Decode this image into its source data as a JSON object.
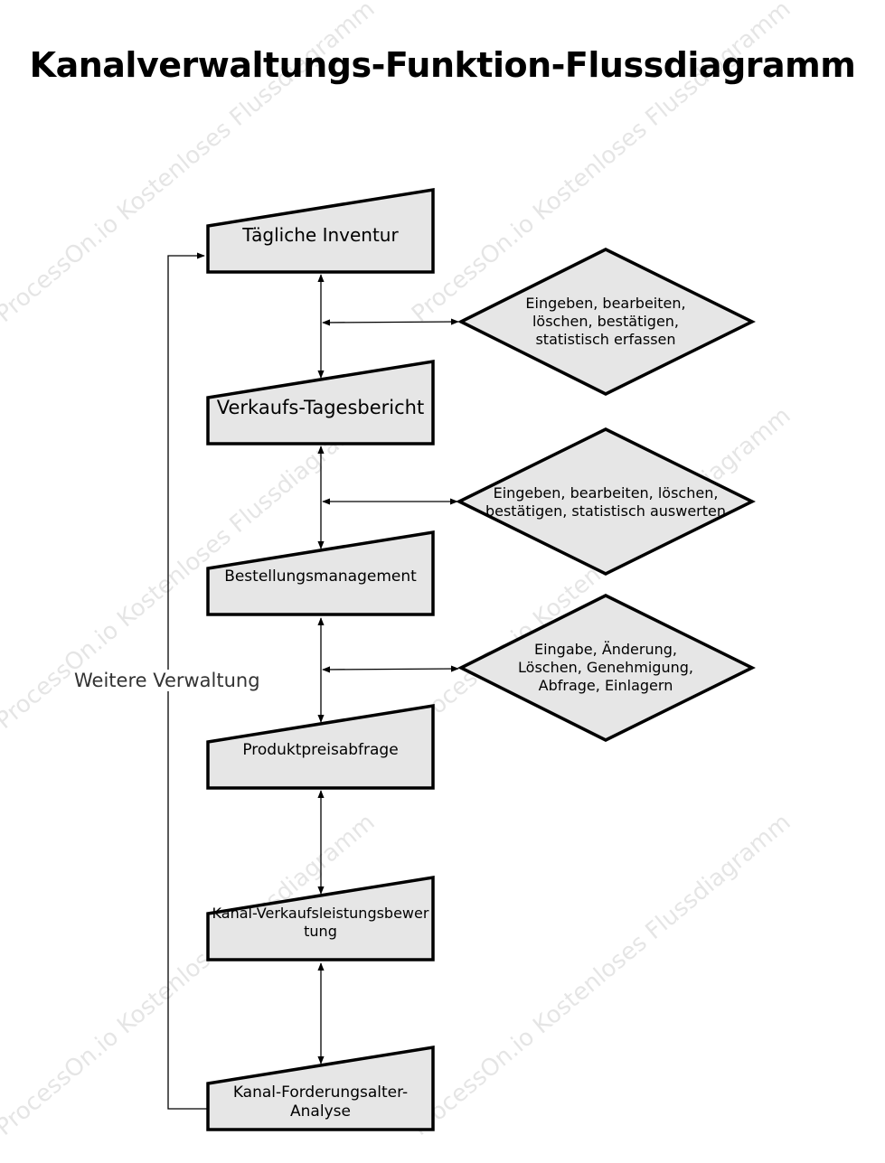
{
  "title": "Kanalverwaltungs-Funktion-Flussdiagramm",
  "watermark": "ProcessOn.io Kostenloses Flussdiagramm",
  "colors": {
    "fill": "#e6e6e6",
    "stroke": "#000000",
    "connector": "#000000"
  },
  "processes": [
    {
      "id": "p1",
      "label": "Tägliche Inventur"
    },
    {
      "id": "p2",
      "label": "Verkaufs-Tagesbericht"
    },
    {
      "id": "p3",
      "label": "Bestellungsmanagement"
    },
    {
      "id": "p4",
      "label": "Produktpreisabfrage"
    },
    {
      "id": "p5",
      "label": "Kanal-Verkaufsleistungsbewertung"
    },
    {
      "id": "p6",
      "label": "Kanal-Forderungsalter-Analyse"
    }
  ],
  "decisions": [
    {
      "id": "d1",
      "label": "Eingeben, bearbeiten, löschen, bestätigen, statistisch erfassen"
    },
    {
      "id": "d2",
      "label": "Eingeben, bearbeiten, löschen, bestätigen, statistisch auswerten"
    },
    {
      "id": "d3",
      "label": "Eingabe, Änderung, Löschen, Genehmigung, Abfrage, Einlagern"
    }
  ],
  "loop_label": "Weitere Verwaltung"
}
